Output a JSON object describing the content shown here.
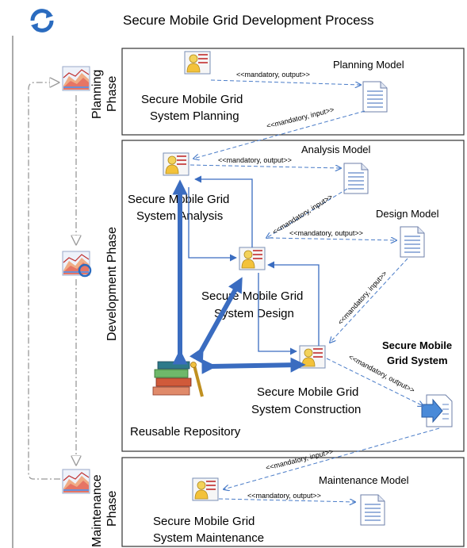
{
  "title": "Secure Mobile Grid Development Process",
  "phases": {
    "planning": {
      "line1": "Planning",
      "line2": "Phase"
    },
    "development": {
      "line1": "Development Phase"
    },
    "maintenance": {
      "line1": "Maintenance",
      "line2": "Phase"
    }
  },
  "tasks": {
    "planning": {
      "line1": "Secure Mobile Grid",
      "line2": "System Planning"
    },
    "analysis": {
      "line1": "Secure Mobile Grid",
      "line2": "System Analysis"
    },
    "design": {
      "line1": "Secure Mobile Grid",
      "line2": "System Design"
    },
    "construction": {
      "line1": "Secure Mobile Grid",
      "line2": "System Construction"
    },
    "maintenance": {
      "line1": "Secure Mobile Grid",
      "line2": "System Maintenance"
    }
  },
  "models": {
    "planning": "Planning Model",
    "analysis": "Analysis Model",
    "design": "Design Model",
    "maintenance": "Maintenance Model"
  },
  "repository": "Reusable Repository",
  "system": {
    "line1": "Secure Mobile",
    "line2": "Grid System"
  },
  "labels": {
    "mandatory_output": "<<mandatory, output>>",
    "mandatory_input": "<<mandatory, input>>"
  },
  "colors": {
    "arrow": "#3a6cc0",
    "dashed_arrow": "#4a7cc8",
    "lifecycle": "#999999"
  }
}
